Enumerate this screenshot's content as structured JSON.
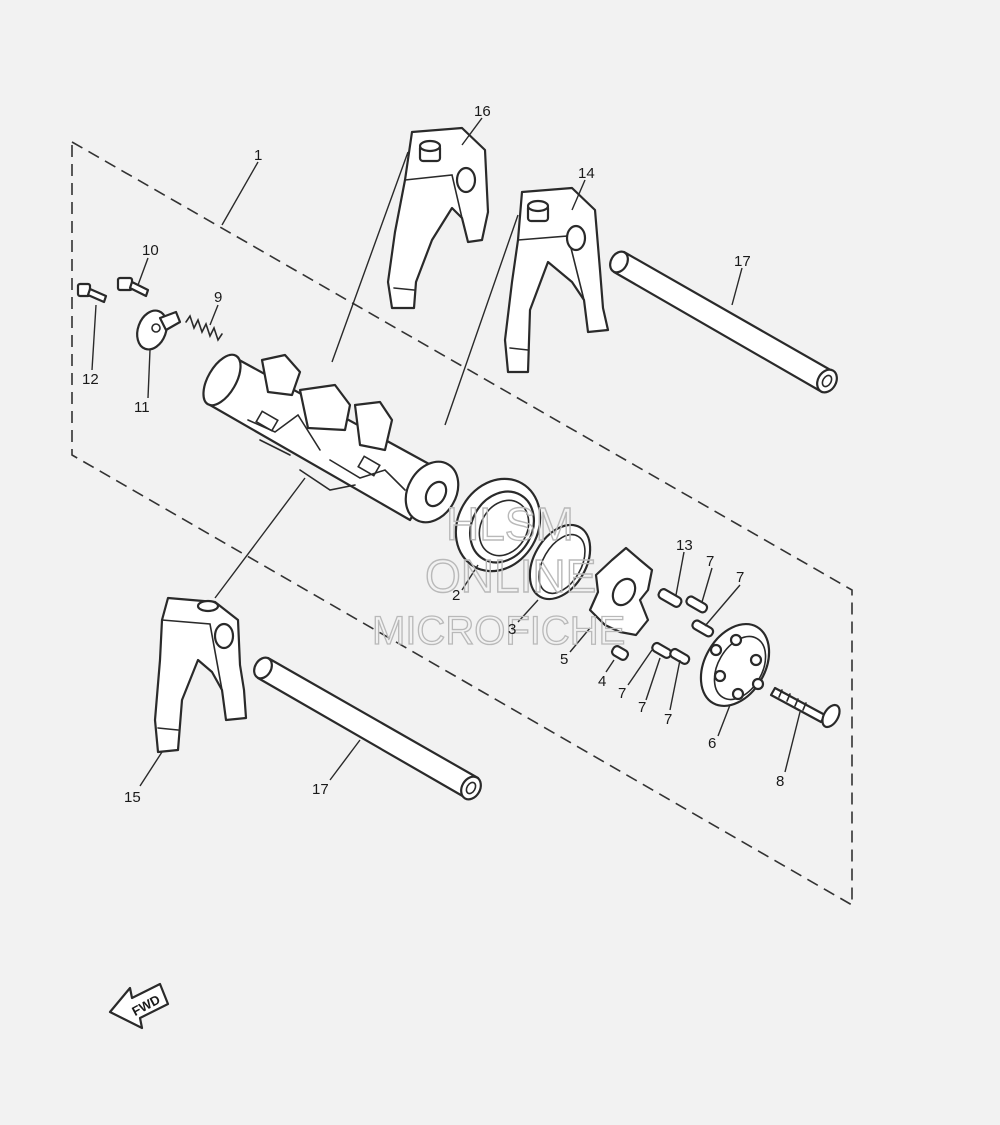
{
  "diagram": {
    "callouts": {
      "c1": "1",
      "c2": "2",
      "c3": "3",
      "c4": "4",
      "c5": "5",
      "c6": "6",
      "c7a": "7",
      "c7b": "7",
      "c7c": "7",
      "c7d": "7",
      "c7e": "7",
      "c8": "8",
      "c9": "9",
      "c10": "10",
      "c11": "11",
      "c12": "12",
      "c13": "13",
      "c14": "14",
      "c15": "15",
      "c16": "16",
      "c17a": "17",
      "c17b": "17"
    },
    "fwd_label": "FWD",
    "watermark": {
      "line1": "HLSM",
      "line2": "ONLINE",
      "line3": "MICROFICHE"
    },
    "colors": {
      "background": "#f2f2f2",
      "line": "#2a2a2a",
      "watermark": "#b9b9b9"
    }
  }
}
